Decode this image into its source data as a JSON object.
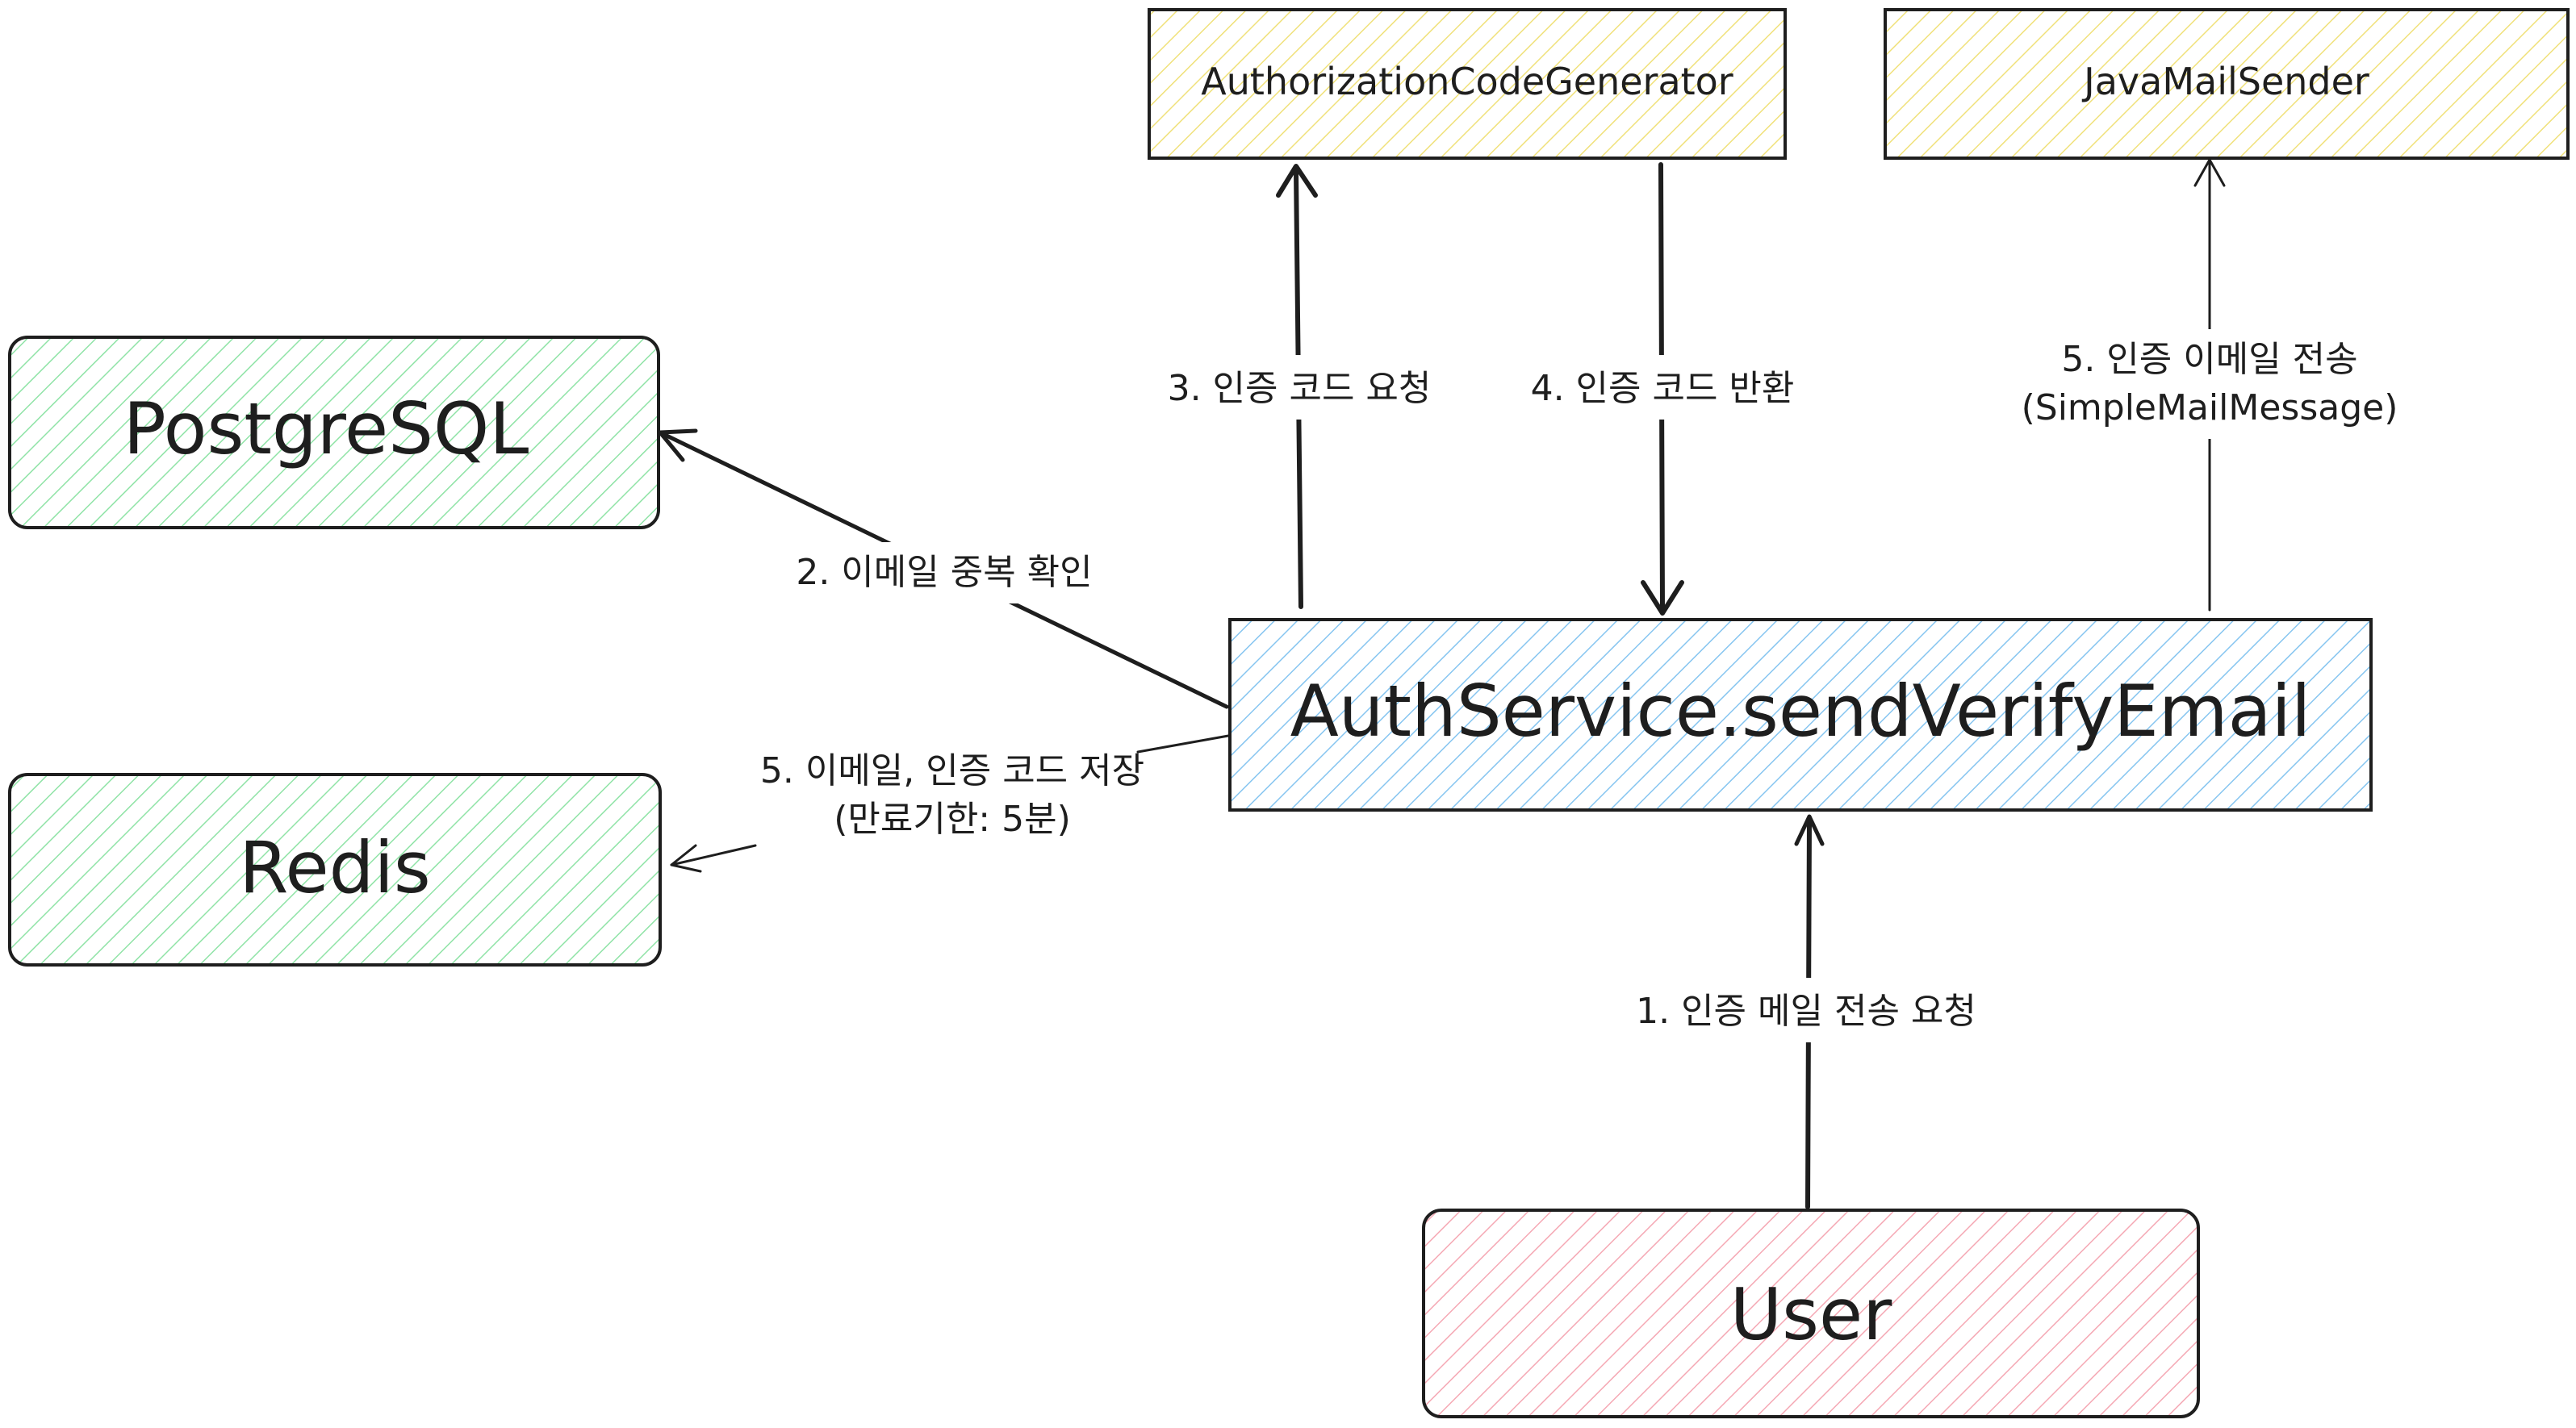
{
  "nodes": {
    "authorization_code_generator": {
      "label": "AuthorizationCodeGenerator",
      "color": "#f3e98a"
    },
    "java_mail_sender": {
      "label": "JavaMailSender",
      "color": "#f3e98a"
    },
    "postgresql": {
      "label": "PostgreSQL",
      "color": "#8fe3a6"
    },
    "redis": {
      "label": "Redis",
      "color": "#8fe3a6"
    },
    "auth_service": {
      "label": "AuthService.sendVerifyEmail",
      "color": "#86c5f0"
    },
    "user": {
      "label": "User",
      "color": "#f5a8b4"
    }
  },
  "edges": {
    "request_code": {
      "label": "3. 인증 코드 요청"
    },
    "return_code": {
      "label": "4. 인증 코드 반환"
    },
    "send_email": {
      "line1": "5. 인증 이메일 전송",
      "line2": "(SimpleMailMessage)"
    },
    "check_duplicate": {
      "label": "2. 이메일  중복 확인"
    },
    "store_code": {
      "line1": "5. 이메일, 인증 코드 저장",
      "line2": "(만료기한: 5분)"
    },
    "user_request": {
      "label": "1. 인증 메일 전송 요청"
    }
  }
}
